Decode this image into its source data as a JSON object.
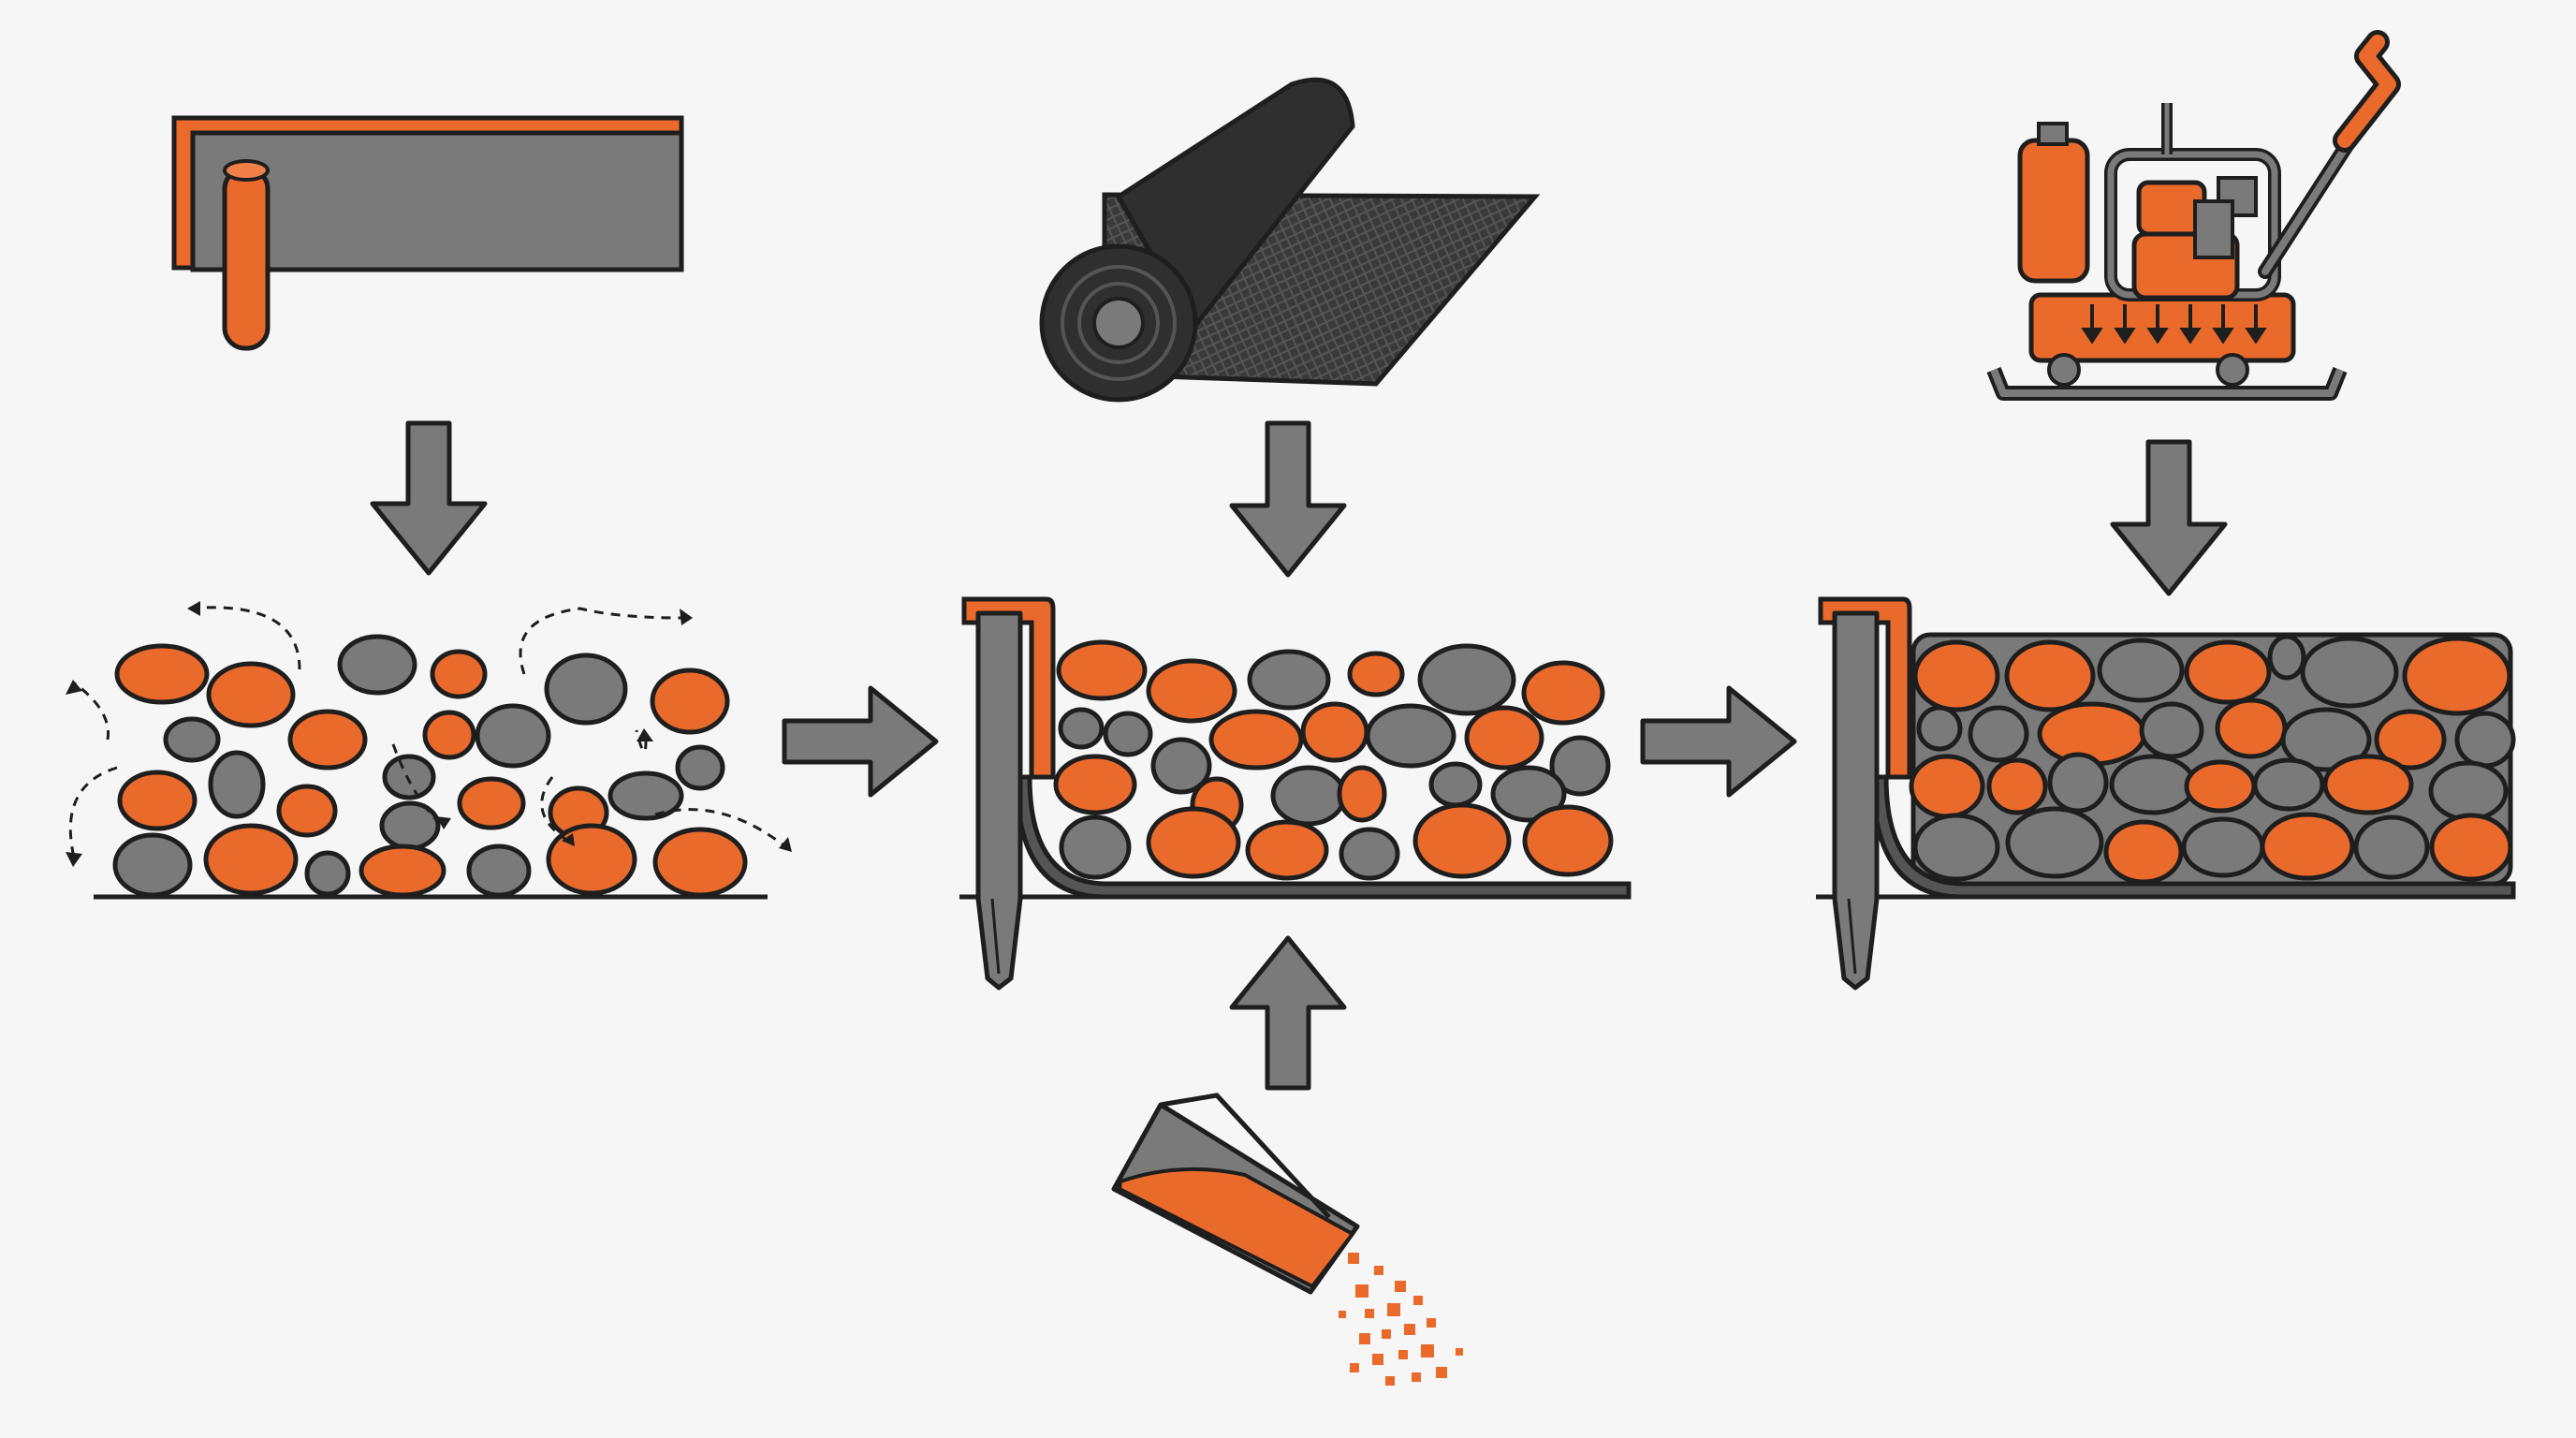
{
  "diagram": {
    "palette": {
      "orange": "#ea6a2c",
      "gray": "#7a7a7a",
      "dark": "#2b2b2b",
      "outline": "#1e1e1e",
      "background": "#f6f6f6"
    },
    "steps": [
      {
        "id": "edging",
        "icon": "edging-restraint-icon"
      },
      {
        "id": "geotextile",
        "icon": "geotextile-roll-icon"
      },
      {
        "id": "compaction",
        "icon": "plate-compactor-icon"
      },
      {
        "id": "infill",
        "icon": "sand-scoop-icon"
      }
    ],
    "stages": [
      {
        "id": "loose-stones",
        "state": "loose"
      },
      {
        "id": "edged-stones",
        "state": "restrained"
      },
      {
        "id": "compacted-stones",
        "state": "compacted"
      }
    ]
  }
}
